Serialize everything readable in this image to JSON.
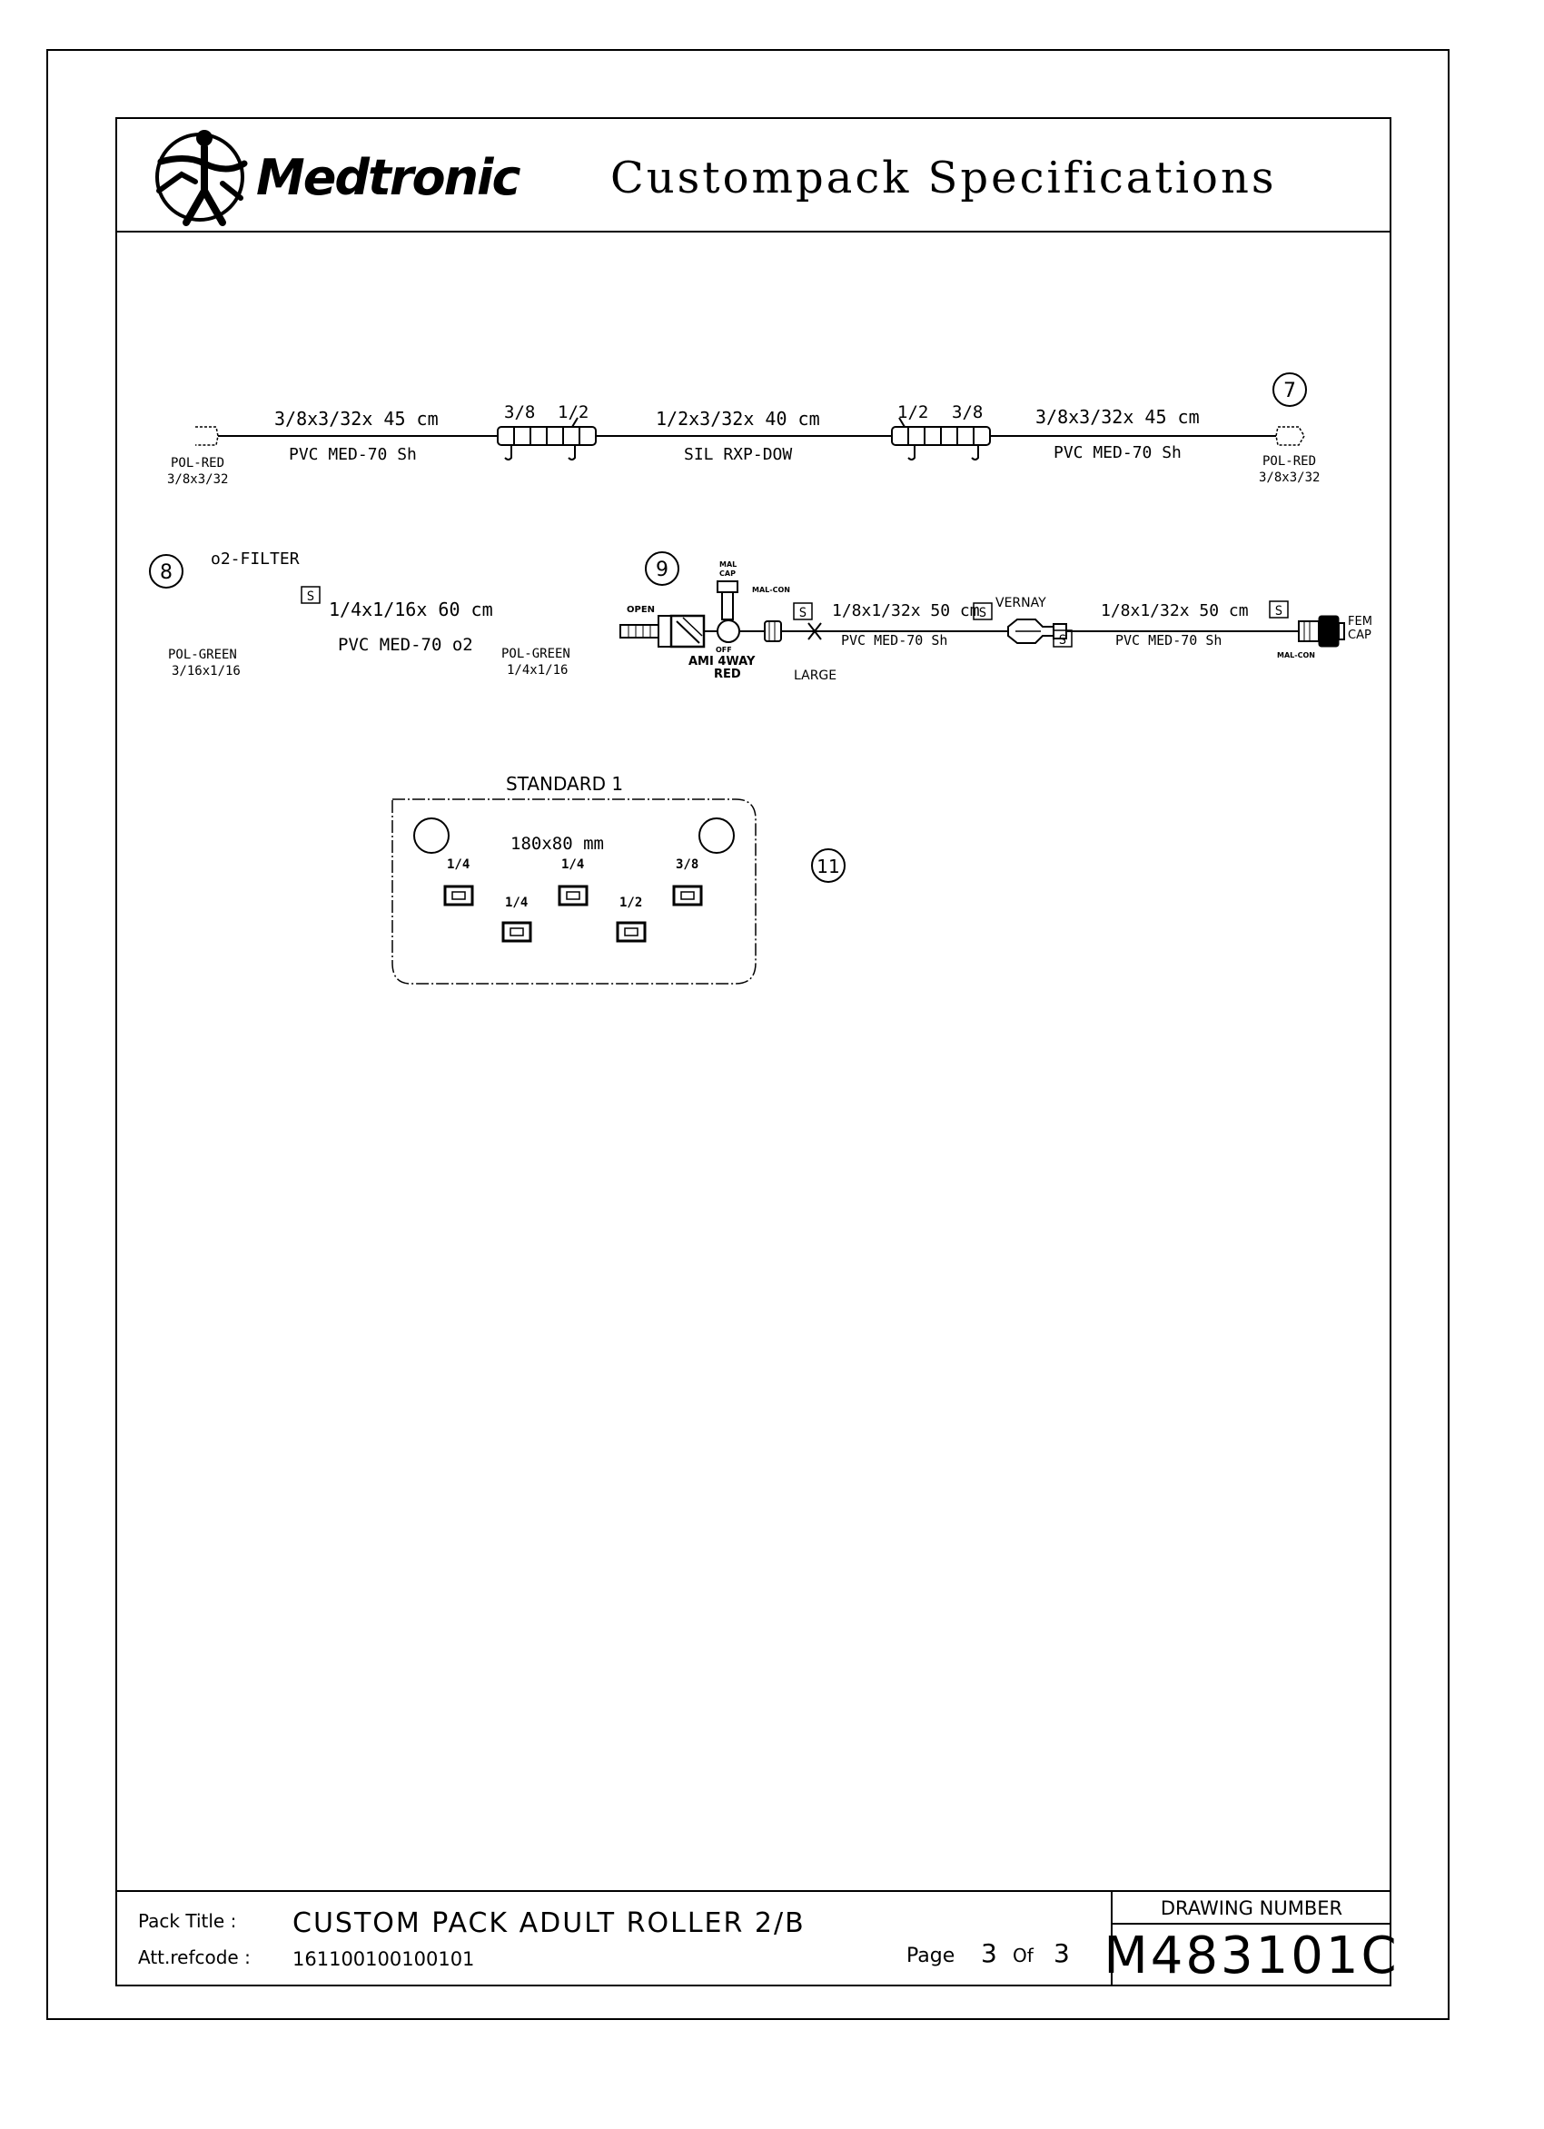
{
  "header": {
    "brand": "Medtronic",
    "title": "Custompack Specifications"
  },
  "line7": {
    "marker": "7",
    "left_connector": [
      "POL-RED",
      "3/8x3/32"
    ],
    "right_connector": [
      "POL-RED",
      "3/8x3/32"
    ],
    "tube1": {
      "size": "3/8x3/32x 45 cm",
      "material": "PVC MED-70 Sh"
    },
    "tube2": {
      "size": "1/2x3/32x 40 cm",
      "material": "SIL RXP-DOW"
    },
    "tube3": {
      "size": "3/8x3/32x 45 cm",
      "material": "PVC MED-70 Sh"
    },
    "adapter1": [
      "3/8",
      "1/2"
    ],
    "adapter2": [
      "1/2",
      "3/8"
    ]
  },
  "line8": {
    "marker": "8",
    "filter": "o2-FILTER",
    "s_tag": "S",
    "size": "1/4x1/16x 60 cm",
    "material": "PVC MED-70 o2",
    "left_connector": [
      "POL-GREEN",
      "3/16x1/16"
    ],
    "right_connector": [
      "POL-GREEN",
      "1/4x1/16"
    ]
  },
  "line9": {
    "marker": "9",
    "open_label": "OPEN",
    "mal_cap": [
      "MAL",
      "CAP"
    ],
    "mal_con_top": "MAL-CON",
    "off_label": "OFF",
    "valve": [
      "AMI 4WAY",
      "RED"
    ],
    "large_label": "LARGE",
    "s_tag": "S",
    "tube1": {
      "size": "1/8x1/32x 50 cm",
      "material": "PVC MED-70 Sh"
    },
    "vernay": "VERNAY",
    "tube2": {
      "size": "1/8x1/32x 50 cm",
      "material": "PVC MED-70 Sh"
    },
    "mal_con_end": "MAL-CON",
    "fem_cap": [
      "FEM",
      "CAP"
    ]
  },
  "standard": {
    "title": "STANDARD 1",
    "size": "180x80 mm",
    "marker": "11",
    "slots": [
      "1/4",
      "1/4",
      "1/4",
      "1/2",
      "3/8"
    ]
  },
  "footer": {
    "pack_title_label": "Pack Title :",
    "pack_title": "CUSTOM PACK ADULT ROLLER 2/B",
    "refcode_label": "Att.refcode :",
    "refcode": "161100100100101",
    "page_word": "Page",
    "page_current": "3",
    "page_of": "Of",
    "page_total": "3",
    "drawing_number_label": "DRAWING NUMBER",
    "drawing_number": "M483101C"
  }
}
